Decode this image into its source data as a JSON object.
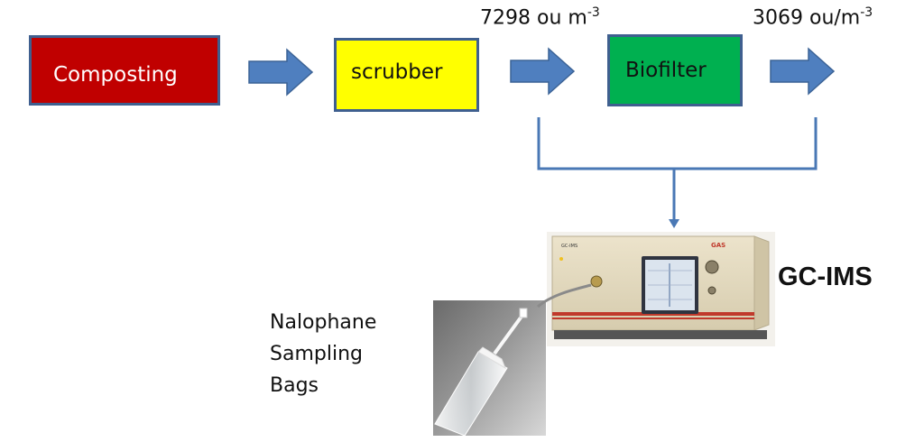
{
  "boxes": {
    "composting": "Composting",
    "scrubber": "scrubber",
    "biofilter": "Biofilter"
  },
  "concentrations": {
    "after_scrubber": {
      "value": "7298 ou m",
      "exp": "-3"
    },
    "after_biofilter": {
      "value": "3069 ou/m",
      "exp": "-3"
    }
  },
  "instrument": {
    "label": "GC-IMS",
    "panel_model": "GC-IMS",
    "panel_brand": "GAS"
  },
  "sampling": {
    "line1": "Nalophane",
    "line2": "Sampling",
    "line3": "Bags"
  },
  "colors": {
    "composting": "#c00000",
    "scrubber": "#ffff00",
    "biofilter": "#00b050",
    "arrow": "#4f7fbf",
    "connector": "#4a78b5"
  }
}
